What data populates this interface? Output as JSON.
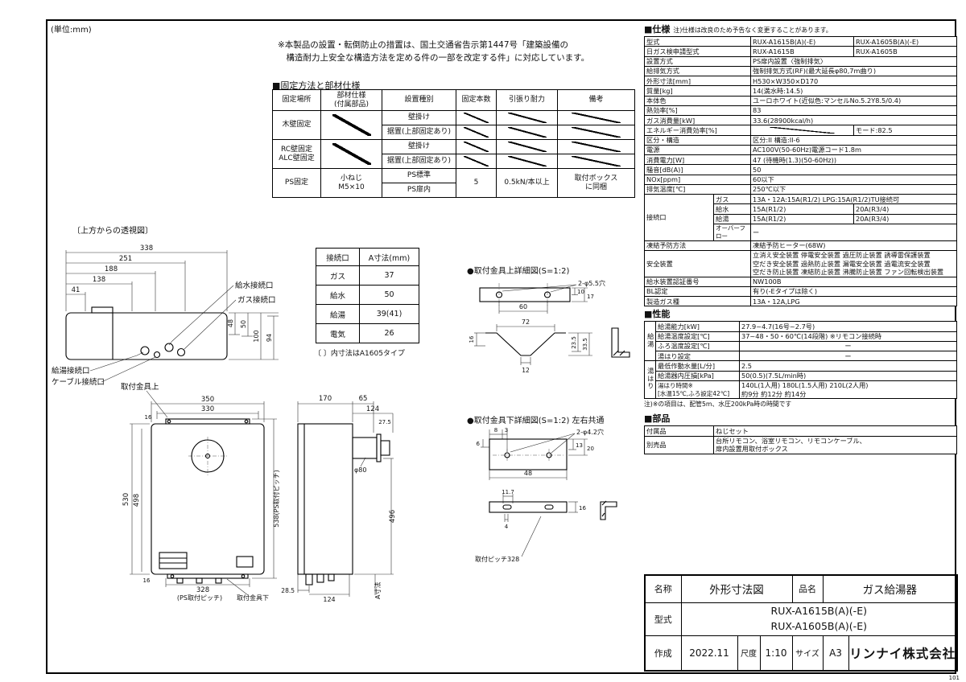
{
  "page": {
    "unit_note": "(単位:mm)",
    "page_no": "101",
    "install_note": "※本製品の設置・転倒防止の措置は、国土交通省告示第1447号「建築設備の\n　構造耐力上安全な構造方法を定める件の一部を改定する件」に対応しています。"
  },
  "fixing": {
    "title": "■固定方法と部材仕様",
    "headers": [
      "固定場所",
      "部材仕様\n(付属部品)",
      "設置種別",
      "固定本数",
      "引張り耐力",
      "備考"
    ],
    "wood": "木壁固定",
    "rc": "RC壁固定\nALC壁固定",
    "ps": "PS固定",
    "wall_hung": "壁掛け",
    "standing": "据置(上部固定あり)",
    "screw": "小ねじ\nM5×10",
    "ps_std": "PS標準",
    "ps_door": "PS扉内",
    "count": "5",
    "tension": "0.5kN/本以上",
    "remark": "取付ボックス\nに同梱"
  },
  "topview": {
    "title": "〔上方からの透視図〕",
    "d338": "338",
    "d251": "251",
    "d188": "188",
    "d138": "138",
    "d41": "41",
    "d48": "48",
    "d50": "50",
    "d100": "100",
    "d94": "94",
    "water": "給水接続口",
    "gas": "ガス接続口",
    "hot": "給湯接続口",
    "cable": "ケーブル接続口"
  },
  "atable": {
    "h1": "接続口",
    "h2": "A寸法(mm)",
    "r0l": "ガス",
    "r0v": "37",
    "r1l": "給水",
    "r1v": "50",
    "r2l": "給湯",
    "r2v": "39(41)",
    "r3l": "電気",
    "r3v": "26",
    "note": "〔 〕内寸法はA1605タイプ"
  },
  "front": {
    "upper": "取付金具上",
    "lower": "取付金具下",
    "d350": "350",
    "d330": "330",
    "d16t": "16",
    "d16b": "16",
    "d530": "530",
    "d498": "498",
    "d538": "538(PS取付ピッチ)",
    "d328": "328",
    "pitch": "(PS取付ピッチ)"
  },
  "side": {
    "d170": "170",
    "d65": "65",
    "d124t": "124",
    "d275": "27.5",
    "d80": "φ80",
    "d496": "496",
    "d285": "28.5",
    "d124b": "124",
    "adim": "A寸法"
  },
  "btop": {
    "title": "●取付金具上詳細図(S=1:2)",
    "d10": "10",
    "d17": "17",
    "d60": "60",
    "holes": "2-φ5.5穴",
    "d72": "72",
    "d16": "16",
    "d235": "23.5",
    "d335": "33.5",
    "d12": "12"
  },
  "bbot": {
    "title": "●取付金具下詳細図(S=1:2) 左右共通",
    "d8": "8",
    "d3": "3",
    "holes": "2-φ4.2穴",
    "d13": "13",
    "d20": "20",
    "d48": "48",
    "d6": "6",
    "d117": "11.7",
    "d16": "16",
    "d4": "4",
    "pitch": "取付ピッチ328"
  },
  "spec": {
    "title": "■仕様",
    "note": "注)仕様は改良のため予告なく変更することがあります。",
    "model_l": "型式",
    "model_v1": "RUX-A1615B(A)(-E)",
    "model_v2": "RUX-A1605B(A)(-E)",
    "jga_l": "日ガス検申請型式",
    "jga_v1": "RUX-A1615B",
    "jga_v2": "RUX-A1605B",
    "inst_l": "設置方式",
    "inst_v": "PS扉内設置〈強制排気〉",
    "vent_l": "給排気方式",
    "vent_v": "強制排気方式(RF)(最大延長φ80,7m曲り)",
    "dim_l": "外形寸法[mm]",
    "dim_v": "H530×W350×D170",
    "mass_l": "質量[kg]",
    "mass_v": "14(満水時:14.5)",
    "color_l": "本体色",
    "color_v": "ユーロホワイト(近似色:マンセルNo.5.2Y8.5/0.4)",
    "eff_l": "熱効率[%]",
    "eff_v": "83",
    "gas_l": "ガス消費量[kW]",
    "gas_v": "33.6(28900kcal/h)",
    "energy_l": "エネルギー消費効率[%]",
    "energy_v2": "モード:82.5",
    "class_l": "区分・構造",
    "class_v": "区分:II 構造:II-6",
    "power_l": "電源",
    "power_v": "AC100V(50-60Hz)電源コード1.8m",
    "cons_l": "消費電力[W]",
    "cons_v": "47 (待機時(1.3)(50-60Hz))",
    "noise_l": "騒音[dB(A)]",
    "noise_v": "50",
    "nox_l": "NOx[ppm]",
    "nox_v": "60以下",
    "exh_l": "排気温度[℃]",
    "exh_v": "250℃以下",
    "conn_l": "接続口",
    "conn_gas_l": "ガス",
    "conn_gas_v": "13A・12A:15A(R1/2) LPG:15A(R1/2)TU接続可",
    "conn_water_l": "給水",
    "conn_water_v1": "15A(R1/2)",
    "conn_water_v2": "20A(R3/4)",
    "conn_hot_l": "給湯",
    "conn_hot_v1": "15A(R1/2)",
    "conn_hot_v2": "20A(R3/4)",
    "conn_of_l": "オーバーフロー",
    "conn_of_v": "ー",
    "frost_l": "凍結予防方法",
    "frost_v": "凍結予防ヒーター(68W)",
    "safe_l": "安全装置",
    "safe_v": "立消え安全装置 停電安全装置 過圧防止装置 誘導雷保護装置\n空だき安全装置 過熱防止装置 漏電安全装置 過電流安全装置\n空だき防止装置 凍結防止装置 沸騰防止装置 ファン回転検出装置",
    "cert_l": "給水装置認証番号",
    "cert_v": "NW100B",
    "bl_l": "BL認定",
    "bl_v": "有り(-Eタイプは除く)",
    "gastype_l": "製造ガス種",
    "gastype_v": "13A・12A,LPG"
  },
  "perf": {
    "title": "■性能",
    "g1": "給湯",
    "g2": "湯はり",
    "cap_l": "給湯能力[kW]",
    "cap_v": "27.9~4.7(16号~2.7号)",
    "temp_l": "給湯温度設定[℃]",
    "temp_v": "37~48・50・60℃(14段階) ※リモコン接続時",
    "bath_temp_l": "ふろ温度設定[℃]",
    "bath_temp_v": "ー",
    "fill_set_l": "湯はり設定",
    "fill_set_v": "ー",
    "minflow_l": "最低作動水量[L/分]",
    "minflow_v": "2.5",
    "ploss_l": "給湯器内圧損[kPa]",
    "ploss_v": "50(0.5)(7.5L/min時)",
    "filltime_l": "湯はり時間※\n[水温15℃,ふろ設定42℃]",
    "filltime_v": "140L(1人用)  180L(1.5人用)  210L(2人用)\n約9分  約12分  約14分",
    "note": "注)※の項目は、配管5m、水圧200kPa時の時間です"
  },
  "parts": {
    "title": "■部品",
    "acc_l": "付属品",
    "acc_v": "ねじセット",
    "opt_l": "別売品",
    "opt_v": "台所リモコン、浴室リモコン、リモコンケーブル、\n扉内設置用取付ボックス"
  },
  "tb": {
    "name_l": "名称",
    "name_v": "外形寸法図",
    "item_l": "品名",
    "item_v": "ガス給湯器",
    "model_l": "型式",
    "models": "RUX-A1615B(A)(-E)\nRUX-A1605B(A)(-E)",
    "date_l": "作成",
    "date_v": "2022.11",
    "scale_l": "尺度",
    "scale_v": "1:10",
    "size_l": "サイズ",
    "size_v": "A3",
    "company": "リンナイ株式会社"
  }
}
